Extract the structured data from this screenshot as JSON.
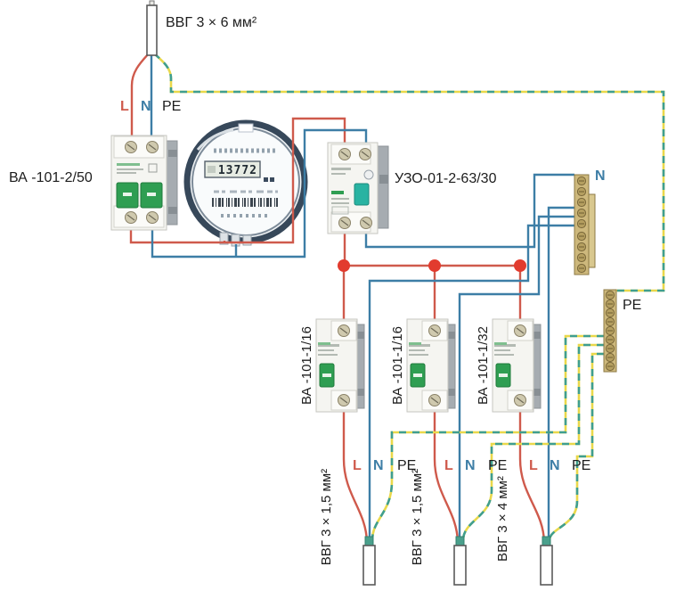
{
  "colors": {
    "wire-l": "#cf5a4c",
    "wire-n": "#3d7ea6",
    "pe-yellow": "#e9d84b",
    "pe-green": "#3f9e8f",
    "toggle-green": "#2f9e52",
    "rcd-button": "#29b3a2",
    "junction": "#e23b2e",
    "brass": "#cdb87c"
  },
  "top": {
    "cable_label": "ВВГ 3 × 6 мм²",
    "l": "L",
    "n": "N",
    "pe": "PE"
  },
  "main_breaker": {
    "label": "ВА -101-2/50"
  },
  "meter": {
    "reading": "13772"
  },
  "rcd": {
    "label": "УЗО-01-2-63/30"
  },
  "bus": {
    "n_label": "N",
    "pe_label": "PE"
  },
  "branches": [
    {
      "breaker": "ВА -101-1/16",
      "l": "L",
      "n": "N",
      "pe": "PE",
      "cable": "ВВГ 3 × 1,5 мм²"
    },
    {
      "breaker": "ВА -101-1/16",
      "l": "L",
      "n": "N",
      "pe": "PE",
      "cable": "ВВГ 3 × 1,5 мм²"
    },
    {
      "breaker": "ВА -101-1/32",
      "l": "L",
      "n": "N",
      "pe": "PE",
      "cable": "ВВГ 3 × 4 мм²"
    }
  ]
}
